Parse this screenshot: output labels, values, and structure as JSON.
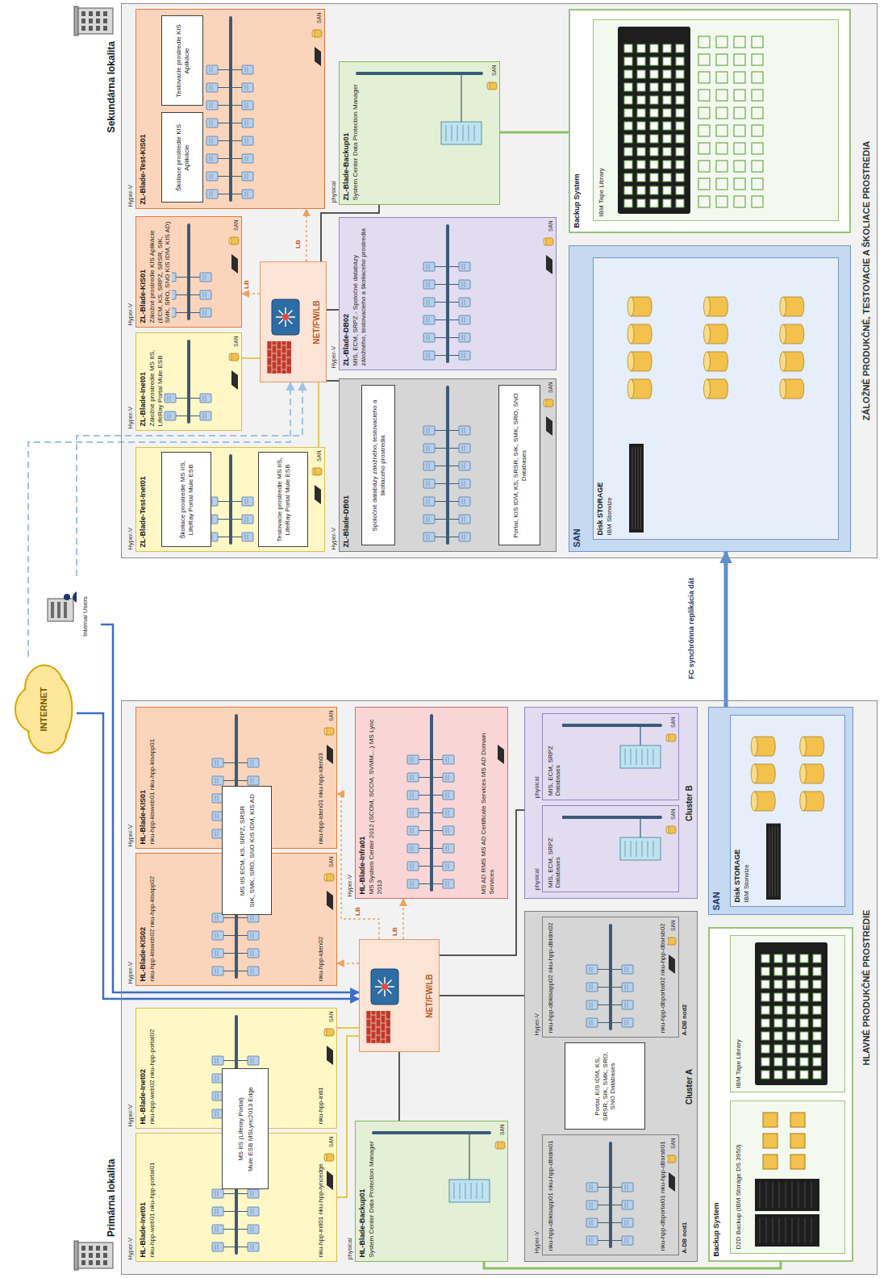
{
  "diagram": {
    "nodes": [
      {
        "text": [
          "Primárna lokalita",
          "HLAVNÉ PRODUKČNÉ PROSTREDIE"
        ]
      },
      {
        "text": [
          "Hyper-V",
          "HL-Blade-Inet01",
          "nku-hpp-web01 nku-hpp-portal01",
          "nku-hpp-inti01 nku-hpp-lyncedge"
        ],
        "in": 0
      },
      {
        "text": [
          "Hyper-V",
          "HL-Blade-Inet02",
          "nku-hpp-web02 nku-hpp-portal02",
          "nku-hpp-inti1"
        ],
        "in": 0
      },
      {
        "text": [
          "MS IIS (Liferay Portal)",
          "Mule ESB MSLync2013 Edge"
        ],
        "in": 0
      },
      {
        "text": [
          "Hyper-V",
          "HL-Blade-KIS02",
          "nku-hpp-kisweb02 nku-hpp-kisapp02",
          "nku-hpp-iden02"
        ],
        "in": 0
      },
      {
        "text": [
          "Hyper-V",
          "HL-Blade-KIS01",
          "nku-hpp-kisweb01 nku-hpp-kisapp01",
          "nku-hpp-iden01 nku-hpp-iden03"
        ],
        "in": 0
      },
      {
        "text": [
          "MS IIS ECM, KS, SRPZ, SRSR",
          "SIK, SMK, SRO, SNO KIS IDM, KIS AD"
        ],
        "in": 0
      },
      {
        "text": [
          "NET/FW/LB"
        ],
        "in": 0
      },
      {
        "text": [
          "Hyper-V",
          "HL-Blade-Infra01",
          "MS System Center 2012 (SCOM, SCCM, SVMM,...) MS Lync 2013",
          "MS AD RMS MS AD Certificate Services MS AD Domain Services"
        ],
        "in": 0
      },
      {
        "text": [
          "physical",
          "HL-Blade-Backup01",
          "System Center Data Protection Manager"
        ],
        "in": 0
      },
      {
        "text": [
          "Cluster A"
        ],
        "in": 0
      },
      {
        "text": [
          "Hyper-V",
          "nku-hpp-dbkisapp01 nku-hpp-dbidm01",
          "nku-hpp-dbportal01 nku-hpp-dbsrsb01",
          "A-DB nod1"
        ],
        "in": 10
      },
      {
        "text": [
          "Hyper-V",
          "nku-hpp-dbkisapp02 nku-hpp-dbidm02",
          "nku-hpp-dbportal02 nku-hpp-dbsrsb02",
          "A-DB nod2"
        ],
        "in": 10
      },
      {
        "text": [
          "Portal, KIS IDM, KS, SRSR, SIK, SMK, SRO, SNO Databases"
        ],
        "in": 10
      },
      {
        "text": [
          "Cluster B"
        ],
        "in": 0
      },
      {
        "text": [
          "physical",
          "MIS, ECM, SRPZ Databases"
        ],
        "in": 14
      },
      {
        "text": [
          "physical",
          "MIS, ECM, SRPZ Databases"
        ],
        "in": 14
      },
      {
        "text": [
          "Backup System"
        ],
        "in": 0
      },
      {
        "text": [
          "D2D Backup (IBM Storage DS 3950)"
        ],
        "in": 17
      },
      {
        "text": [
          "IBM Tape Library"
        ],
        "in": 17
      },
      {
        "text": [
          "SAN"
        ],
        "in": 0
      },
      {
        "text": [
          "Disk STORAGE",
          "IBM Storwize"
        ],
        "in": 20
      },
      {
        "text": [
          "Sekundárna lokalita",
          "ZÁLOŽNÉ PRODUKČNÉ, TESTOVACIE A ŠKOLIACE PROSTREDIA"
        ]
      },
      {
        "text": [
          "Hyper-V",
          "ZL-Blade-Test-Inet01"
        ],
        "in": 22
      },
      {
        "text": [
          "Školiace prostredie MS IIS, LifeRay Portal Mule ESB"
        ],
        "in": 23
      },
      {
        "text": [
          "Testovacie prostredie MS IIS, LifeRay Portal Mule ESB"
        ],
        "in": 23
      },
      {
        "text": [
          "Hyper-V",
          "ZL-Blade-Inet01",
          "Záložné prostredie MS IIS, LifeRay Portal Mule ESB"
        ],
        "in": 22
      },
      {
        "text": [
          "Hyper-V",
          "ZL-Blade-KIS01",
          "Záložné prostredie KIS Aplikácie (ECM, KS, SRPZ, SRSR, SIK, SMK, SRO, SNO KIS IDM, KIS AD)"
        ],
        "in": 22
      },
      {
        "text": [
          "Hyper-V",
          "ZL-Blade-Test-KIS01"
        ],
        "in": 22
      },
      {
        "text": [
          "Školiace prostredie KIS Aplikácie"
        ],
        "in": 28
      },
      {
        "text": [
          "Testovacie prostredie KIS Aplikácie"
        ],
        "in": 28
      },
      {
        "text": [
          "NET/FW/LB"
        ],
        "in": 22
      },
      {
        "text": [
          "physical",
          "ZL-Blade-Backup01",
          "System Center Data Protection Manager"
        ],
        "in": 22
      },
      {
        "text": [
          "Hyper-V",
          "ZL-Blade-DB01"
        ],
        "in": 22
      },
      {
        "text": [
          "Spoločné databázy záložného, testovacieho a školiaceho prostredia"
        ],
        "in": 33
      },
      {
        "text": [
          "Portal, KIS IDM, KS, SRSR, SIK, SMK, SRO, SNO Databases"
        ],
        "in": 33
      },
      {
        "text": [
          "Hyper-V",
          "ZL-Blade-DB02",
          "MIS, ECM, SRPZ - Spoločné databázy záložného, testovacieho a školiaceho prostredia"
        ],
        "in": 22
      },
      {
        "text": [
          "SAN"
        ],
        "in": 22
      },
      {
        "text": [
          "Disk STORAGE",
          "IBM Storwize"
        ],
        "in": 37
      },
      {
        "text": [
          "Backup System"
        ],
        "in": 22
      },
      {
        "text": [
          "IBM Tape Library"
        ],
        "in": 39
      },
      {
        "text": [
          "INTERNET"
        ]
      },
      {
        "text": [
          "Internal Users"
        ]
      }
    ],
    "edges": [
      {
        "from": 41,
        "to": 7,
        "arrow": "to"
      },
      {
        "from": 42,
        "to": 7,
        "arrow": "to"
      },
      {
        "from": 41,
        "to": 31,
        "arrow": "to"
      },
      {
        "from": 42,
        "to": 31,
        "arrow": "to"
      },
      {
        "from": 7,
        "to": 1,
        "arrow": "none"
      },
      {
        "from": 7,
        "to": 2,
        "arrow": "none"
      },
      {
        "from": 7,
        "to": 4,
        "arrow": "to"
      },
      {
        "from": 7,
        "to": 5,
        "arrow": "to"
      },
      {
        "from": 7,
        "to": 8,
        "arrow": "to"
      },
      {
        "from": 7,
        "to": 9,
        "arrow": "none"
      },
      {
        "from": 7,
        "to": 10,
        "arrow": "none"
      },
      {
        "from": 7,
        "to": 14,
        "arrow": "none"
      },
      {
        "from": 9,
        "to": 17,
        "arrow": "none"
      },
      {
        "from": 20,
        "to": 37,
        "label": "FC synchrónna replikácia dát",
        "arrow": "to"
      },
      {
        "from": 31,
        "to": 23,
        "arrow": "none"
      },
      {
        "from": 31,
        "to": 26,
        "arrow": "none"
      },
      {
        "from": 31,
        "to": 27,
        "arrow": "to"
      },
      {
        "from": 31,
        "to": 28,
        "arrow": "to"
      },
      {
        "from": 31,
        "to": 33,
        "arrow": "none"
      },
      {
        "from": 31,
        "to": 36,
        "arrow": "none"
      },
      {
        "from": 31,
        "to": 32,
        "arrow": "none"
      },
      {
        "from": 32,
        "to": 39,
        "arrow": "none"
      }
    ],
    "labels": [
      "LB",
      "LB",
      "LB",
      "LB",
      "SAN",
      "SAN",
      "SAN",
      "SAN",
      "SAN",
      "SAN",
      "SAN",
      "SAN",
      "SAN",
      "SAN",
      "SAN",
      "SAN",
      "SAN",
      "SAN",
      "SAN",
      "SAN"
    ]
  }
}
